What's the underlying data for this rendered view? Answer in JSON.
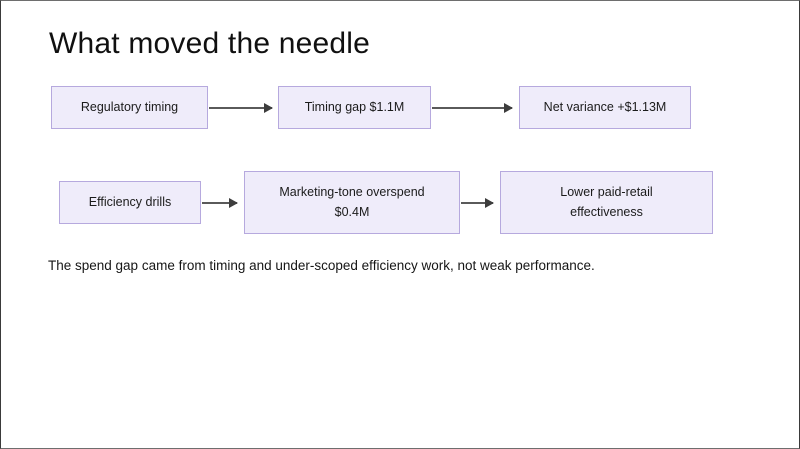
{
  "slide": {
    "title": "What moved the needle",
    "caption": "The spend gap came from timing and under-scoped efficiency work, not weak performance.",
    "theme": {
      "node_fill": "#efecfa",
      "node_border": "#b6a9de",
      "connector": "#5a5a5a",
      "text": "#1b1b1b",
      "background": "#ffffff"
    }
  },
  "flow": {
    "rows": [
      {
        "name": "timing-chain",
        "nodes": [
          {
            "id": "regulatory-timing",
            "lines": [
              "Regulatory timing"
            ]
          },
          {
            "id": "timing-gap",
            "lines": [
              "Timing gap $1.1M"
            ]
          },
          {
            "id": "net-variance",
            "lines": [
              "Net variance +$1.13M"
            ]
          }
        ],
        "connectors": 2
      },
      {
        "name": "efficiency-chain",
        "nodes": [
          {
            "id": "efficiency-drills",
            "lines": [
              "Efficiency drills"
            ]
          },
          {
            "id": "marketing-tone-overspend",
            "lines": [
              "Marketing-tone overspend",
              "$0.4M"
            ]
          },
          {
            "id": "lower-paid-retail",
            "lines": [
              "Lower paid-retail",
              "effectiveness"
            ]
          }
        ],
        "connectors": 2
      }
    ]
  }
}
